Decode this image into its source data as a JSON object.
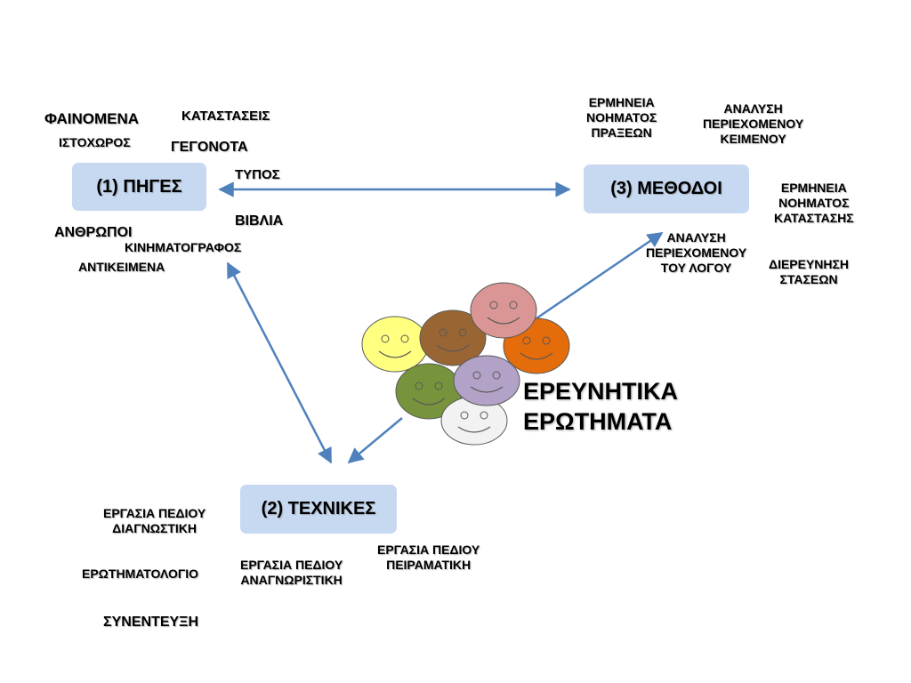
{
  "colors": {
    "box_fill": "#c6d9f1",
    "arrow": "#4f81bd",
    "faces": [
      "#ffff80",
      "#996633",
      "#d99694",
      "#e46c0a",
      "#77933c",
      "#b3a2c7",
      "#f2f2f2"
    ]
  },
  "nodes": {
    "sources": "(1) ΠΗΓΕΣ",
    "techniques": "(2) ΤΕΧΝΙΚΕΣ",
    "methods": "(3) ΜΕΘΟΔΟΙ"
  },
  "center_label": "ΕΡΕΥΝΗΤΙΚΑ\nΕΡΩΤΗΜΑΤΑ",
  "sources_labels": {
    "phenomena": "ΦΑΙΝΟΜΕΝΑ",
    "situations": "ΚΑΤΑΣΤΑΣΕΙΣ",
    "historic_places": "ΙΣΤΟΧΩΡΟΣ",
    "events": "ΓΕΓΟΝΟΤΑ",
    "press": "ΤΥΠΟΣ",
    "books": "ΒΙΒΛΙΑ",
    "people": "ΑΝΘΡΩΠΟΙ",
    "cinema": "ΚΙΝΗΜΑΤΟΓΡΑΦΟΣ",
    "objects": "ΑΝΤΙΚΕΙΜΕΝΑ"
  },
  "methods_labels": {
    "interp_action": "ΕΡΜΗΝΕΙΑ\nΝΟΗΜΑΤΟΣ\nΠΡΑΞΕΩΝ",
    "analysis_text": "ΑΝΑΛΥΣΗ\nΠΕΡΙΕΧΟΜΕΝΟΥ\nΚΕΙΜΕΝΟΥ",
    "interp_situation": "ΕΡΜΗΝΕΙΑ\nΝΟΗΜΑΤΟΣ\nΚΑΤΑΣΤΑΣΗΣ",
    "analysis_speech": "ΑΝΑΛΥΣΗ\nΠΕΡΙΕΧΟΜΕΝΟΥ\nΤΟΥ ΛΟΓΟΥ",
    "attitudes": "ΔΙΕΡΕΥΝΗΣΗ\nΣΤΑΣΕΩΝ"
  },
  "techniques_labels": {
    "field_diag": "ΕΡΓΑΣΙΑ ΠΕΔΙΟΥ\nΔΙΑΓΝΩΣΤΙΚΗ",
    "field_exp": "ΕΡΓΑΣΙΑ ΠΕΔΙΟΥ\nΠΕΙΡΑΜΑΤΙΚΗ",
    "questionnaire": "ΕΡΩΤΗΜΑΤΟΛΟΓΙΟ",
    "field_recog": "ΕΡΓΑΣΙΑ ΠΕΔΙΟΥ\nΑΝΑΓΝΩΡΙΣΤΙΚΗ",
    "interview": "ΣΥΝΕΝΤΕΥΞΗ"
  }
}
